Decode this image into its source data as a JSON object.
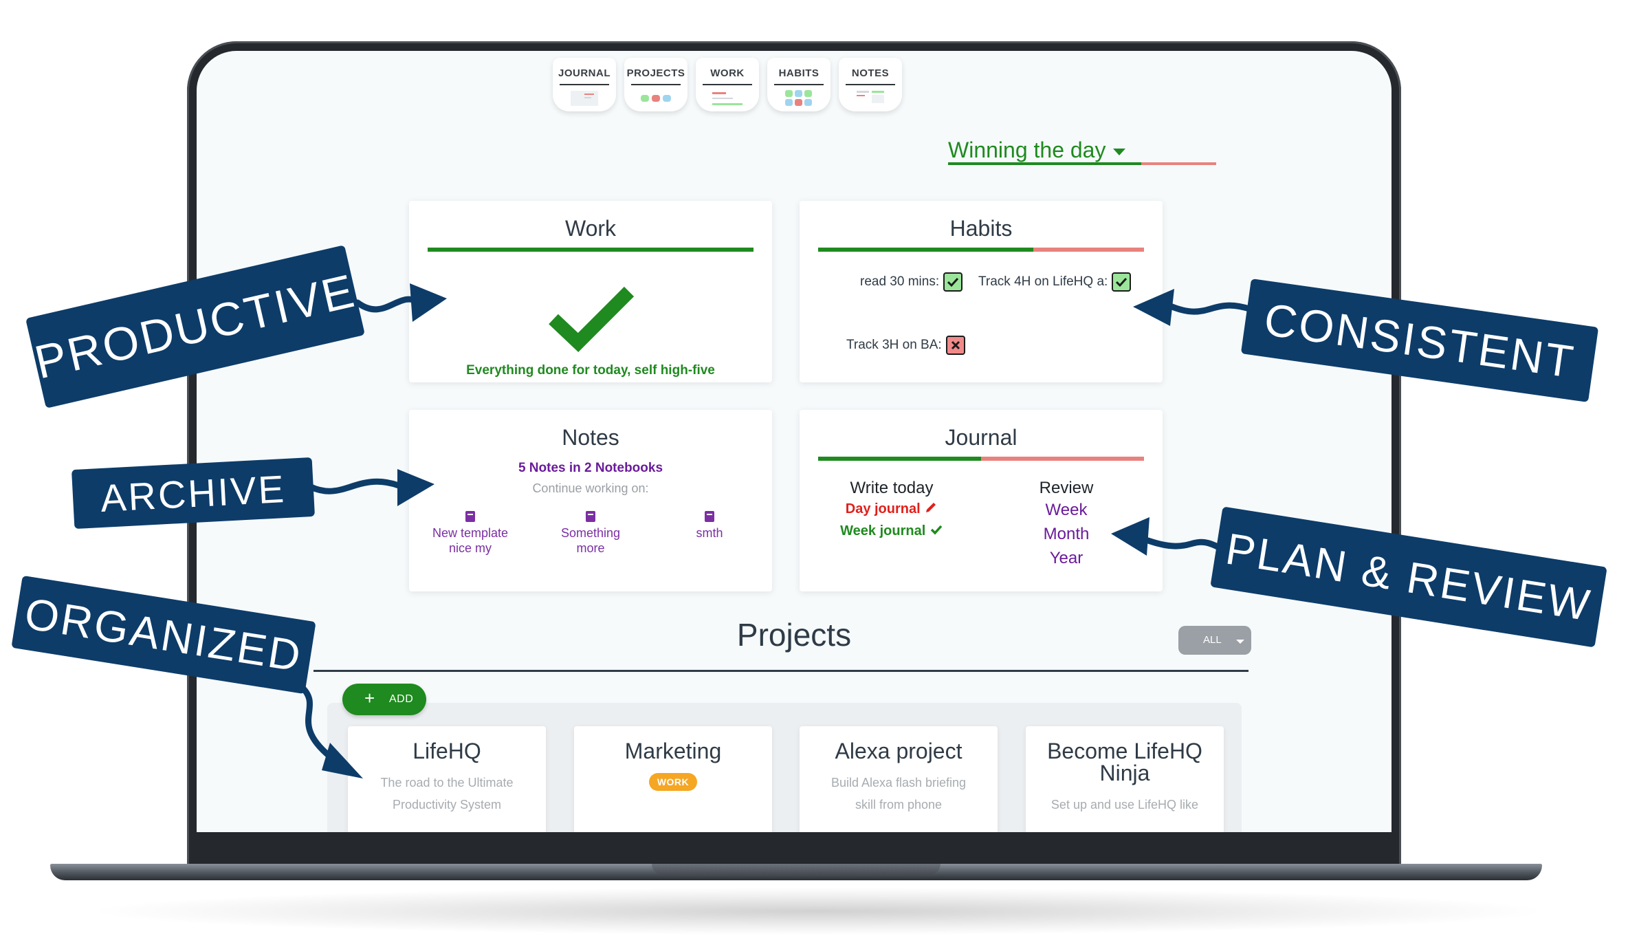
{
  "tabs": [
    {
      "label": "JOURNAL"
    },
    {
      "label": "PROJECTS"
    },
    {
      "label": "WORK"
    },
    {
      "label": "HABITS"
    },
    {
      "label": "NOTES"
    }
  ],
  "status": {
    "label": "Winning the day",
    "progress": 0.72
  },
  "work": {
    "title": "Work",
    "progress": 1.0,
    "message": "Everything done for today, self high-five"
  },
  "habits": {
    "title": "Habits",
    "progress": 0.66,
    "items": [
      {
        "label": "read 30 mins:",
        "done": true
      },
      {
        "label": "Track 4H on LifeHQ a:",
        "done": true
      },
      {
        "label": "Track 3H on BA:",
        "done": false
      }
    ]
  },
  "notes": {
    "title": "Notes",
    "summary": "5 Notes in 2 Notebooks",
    "continue_label": "Continue working on:",
    "items": [
      {
        "line1": "New template",
        "line2": "nice my"
      },
      {
        "line1": "Something",
        "line2": "more"
      },
      {
        "line1": "smth",
        "line2": ""
      }
    ]
  },
  "journal": {
    "title": "Journal",
    "progress": 0.5,
    "write_title": "Write today",
    "day_journal": "Day journal",
    "week_journal": "Week journal",
    "review_title": "Review",
    "review_links": [
      "Week",
      "Month",
      "Year"
    ]
  },
  "projects": {
    "title": "Projects",
    "filter": "ALL",
    "add_label": "ADD",
    "items": [
      {
        "title": "LifeHQ",
        "desc1": "The road to the Ultimate",
        "desc2": "Productivity System",
        "tag": ""
      },
      {
        "title": "Marketing",
        "desc1": "",
        "desc2": "",
        "tag": "WORK"
      },
      {
        "title": "Alexa project",
        "desc1": "Build Alexa flash briefing",
        "desc2": "skill from phone",
        "tag": ""
      },
      {
        "title": "Become LifeHQ",
        "title2": "Ninja",
        "desc1": "Set up and use LifeHQ like",
        "desc2": "",
        "tag": ""
      }
    ]
  },
  "callouts": {
    "productive": "PRODUCTIVE",
    "archive": "ARCHIVE",
    "organized": "ORGANIZED",
    "consistent": "CONSISTENT",
    "plan_review": "PLAN & REVIEW"
  },
  "colors": {
    "green": "#1f8a1f",
    "red": "#e8827d",
    "purple": "#6a1b9a",
    "navy": "#0d3c69",
    "orange": "#f5a623"
  }
}
